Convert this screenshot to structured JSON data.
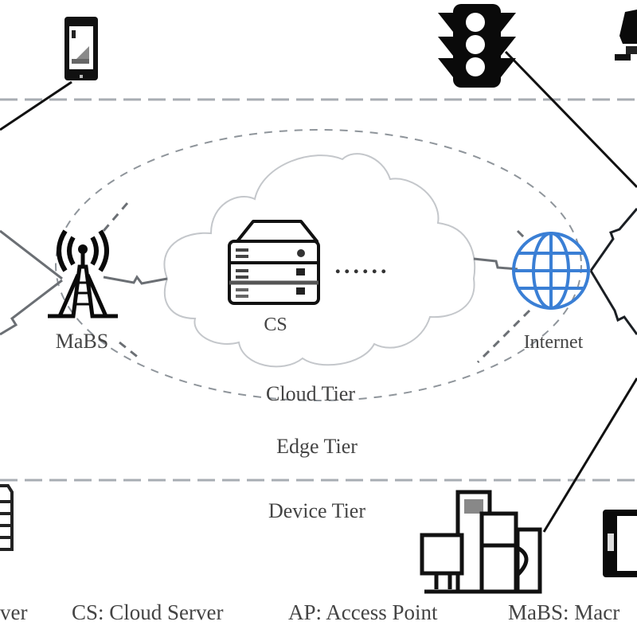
{
  "diagram": {
    "tiers": {
      "cloud": "Cloud Tier",
      "edge": "Edge Tier",
      "device": "Device Tier"
    },
    "nodes": {
      "cloud_server": "CS",
      "macro_base_station": "MaBS",
      "internet": "Internet",
      "server_ellipsis": "......"
    },
    "icons": {
      "smartphone": "smartphone-icon",
      "traffic_light": "traffic-light-icon",
      "partial_top_right": "partial-device-icon",
      "cell_tower": "cell-tower-icon",
      "server_rack": "server-rack-icon",
      "globe": "globe-icon",
      "desktop_cluster": "desktop-computers-icon",
      "tablet": "tablet-icon",
      "partial_bottom_left": "partial-router-icon",
      "cloud": "cloud-shape"
    },
    "legend": [
      "ver",
      "CS: Cloud Server",
      "AP: Access Point",
      "MaBS: Macr"
    ],
    "colors": {
      "globe": "#3a7fd5",
      "line": "#111111",
      "dashed": "#9aa0a6",
      "text": "#444444"
    }
  }
}
